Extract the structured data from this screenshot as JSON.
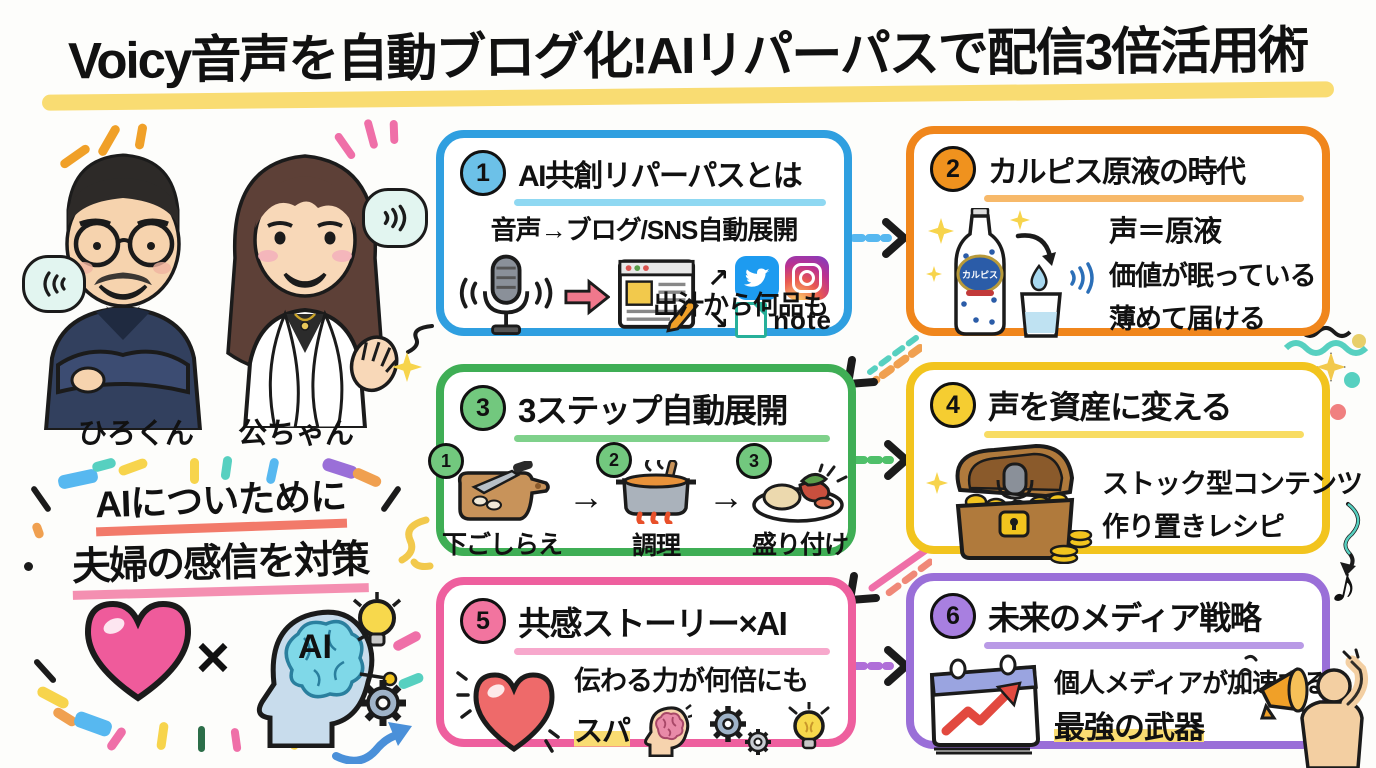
{
  "title": "Voicy音声を自動ブログ化!AIリパーパスで配信3倍活用術",
  "hosts": {
    "host1": "ひろくん",
    "host2": "公ちゃん"
  },
  "left_note": {
    "line1": "AIについために",
    "line2": "夫婦の感信を対策",
    "cross": "×",
    "brain_label": "AI"
  },
  "icons": {
    "step_arrow": "→",
    "arrow_up_right": "↗",
    "arrow_down_right": "↘",
    "music_note": "♪",
    "gear": "⚙"
  },
  "colors": {
    "box1_accent": "#2f9fe0",
    "box2_accent": "#f0861c",
    "box3_accent": "#3fae55",
    "box4_accent": "#f2c41e",
    "box5_accent": "#ee5f9e",
    "box6_accent": "#9a6fd8",
    "title_highlight": "#f9dc72"
  },
  "boxes": {
    "box1": {
      "number": "1",
      "title": "AI共創リパーパスとは",
      "subtitle": "音声→ブログ/SNS自動展開",
      "note_label": "note",
      "caption": "出汁から何品も"
    },
    "box2": {
      "number": "2",
      "title": "カルピス原液の時代",
      "bottle_label": "カルピス",
      "lines": [
        "声＝原液",
        "価値が眠っている",
        "薄めて届ける"
      ]
    },
    "box3": {
      "number": "3",
      "title": "3ステップ自動展開",
      "steps": [
        {
          "num": "1",
          "label": "下ごしらえ"
        },
        {
          "num": "2",
          "label": "調理"
        },
        {
          "num": "3",
          "label": "盛り付け"
        }
      ]
    },
    "box4": {
      "number": "4",
      "title": "声を資産に変える",
      "lines": [
        "ストック型コンテンツ",
        "作り置きレシピ"
      ]
    },
    "box5": {
      "number": "5",
      "title": "共感ストーリー×AI",
      "line1": "伝わる力が何倍にも",
      "line2": "スパ"
    },
    "box6": {
      "number": "6",
      "title": "未来のメディア戦略",
      "line1": "個人メディアが加速する",
      "line2": "最強の武器"
    }
  }
}
